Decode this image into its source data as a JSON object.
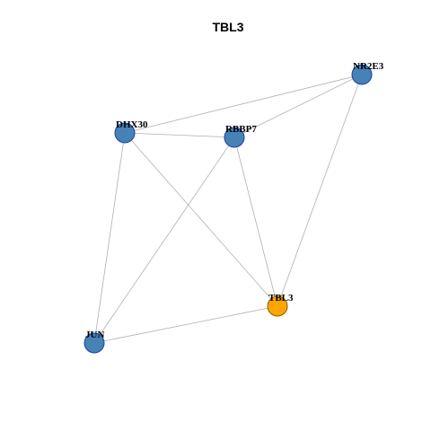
{
  "title": "TBL3",
  "colors": {
    "default_node": "#4682b4",
    "query_node": "#ffa500",
    "node_border": "#1c3fa8",
    "query_border": "#8a5a00",
    "edge": "#b0b0b0"
  },
  "nodes": [
    {
      "id": "NR2E3",
      "label": "NR2E3",
      "query": false
    },
    {
      "id": "DHX30",
      "label": "DHX30",
      "query": false
    },
    {
      "id": "RBBP7",
      "label": "RBBP7",
      "query": false
    },
    {
      "id": "TBL3",
      "label": "TBL3",
      "query": true
    },
    {
      "id": "JUN",
      "label": "JUN",
      "query": false
    }
  ],
  "edges": [
    [
      "NR2E3",
      "DHX30"
    ],
    [
      "NR2E3",
      "RBBP7"
    ],
    [
      "NR2E3",
      "TBL3"
    ],
    [
      "DHX30",
      "RBBP7"
    ],
    [
      "DHX30",
      "TBL3"
    ],
    [
      "DHX30",
      "JUN"
    ],
    [
      "RBBP7",
      "TBL3"
    ],
    [
      "RBBP7",
      "JUN"
    ],
    [
      "TBL3",
      "JUN"
    ]
  ]
}
